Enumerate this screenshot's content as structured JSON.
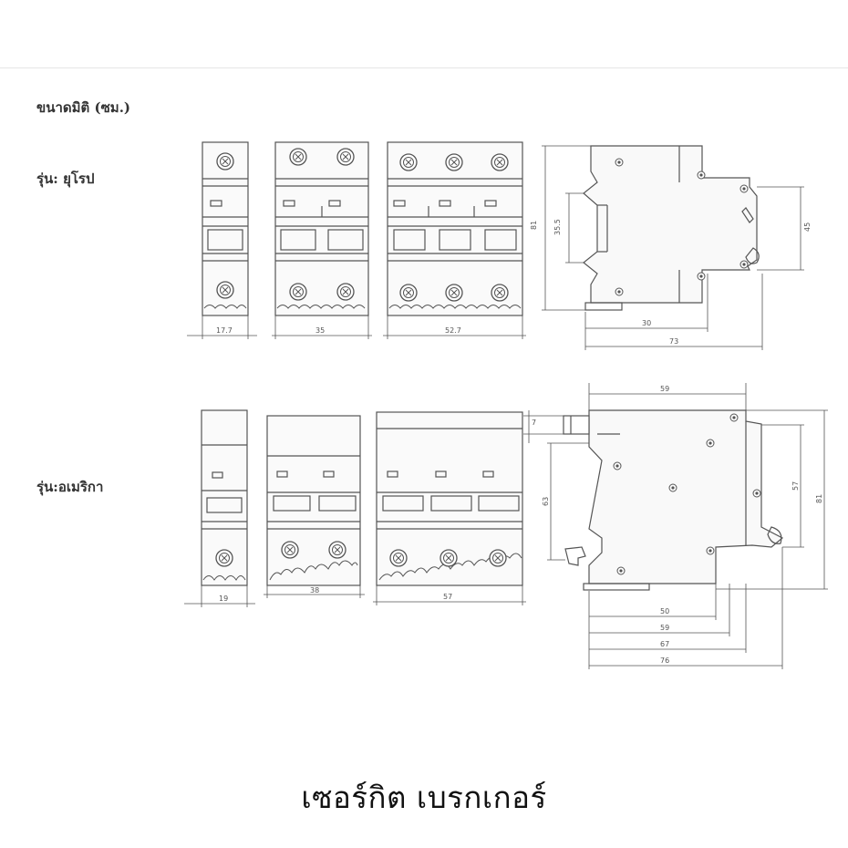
{
  "heading": "ขนาดมิติ (ซม.)",
  "models": {
    "europe": "รุ่น: ยุโรป",
    "america": "รุ่น:อเมริกา"
  },
  "caption": "เซอร์กิต เบรกเกอร์",
  "dimensions": {
    "europe": {
      "w1": "17.7",
      "w2": "35",
      "w3": "52.7",
      "height": "81",
      "inner": "35.5",
      "right": "45",
      "depth1": "30",
      "depth2": "73"
    },
    "america": {
      "w1": "19",
      "w2": "38",
      "w3": "57",
      "top": "59",
      "small": "7",
      "inner": "63",
      "right1": "57",
      "right2": "81",
      "d1": "50",
      "d2": "59",
      "d3": "67",
      "d4": "76"
    }
  },
  "colors": {
    "line": "#555555",
    "fill": "#f7f7f7"
  }
}
